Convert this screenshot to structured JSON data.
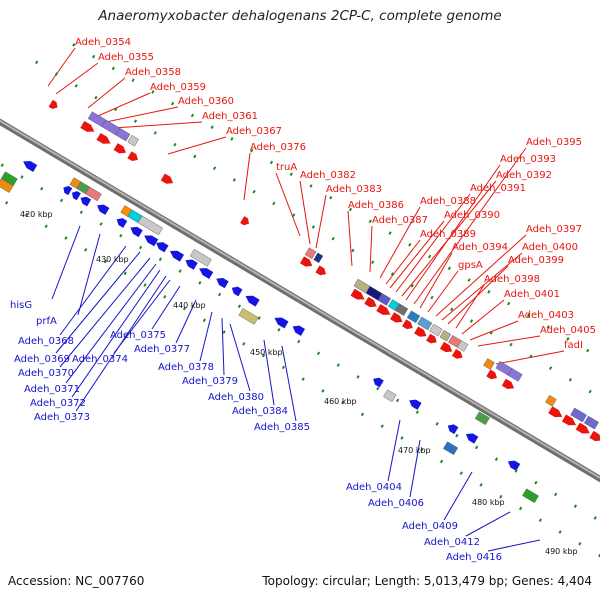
{
  "title": "Anaeromyxobacter dehalogenans 2CP-C, complete genome",
  "footer": {
    "accession": "Accession: NC_007760",
    "summary": "Topology: circular; Length: 5,013,479 bp; Genes: 4,404"
  },
  "colors": {
    "backbone": "#8c8c8c",
    "top_labels": "#e8150e",
    "bottom_labels": "#1515c8",
    "tick": "#1a8a1a",
    "forward_gene": "#e8150e",
    "reverse_gene": "#1515e0"
  },
  "kbp_ticks": [
    "420 kbp",
    "430 kbp",
    "440 kbp",
    "450 kbp",
    "460 kbp",
    "470 kbp",
    "480 kbp",
    "490 kbp"
  ],
  "top_labels": [
    "Adeh_0354",
    "Adeh_0355",
    "Adeh_0358",
    "Adeh_0359",
    "Adeh_0360",
    "Adeh_0361",
    "Adeh_0367",
    "Adeh_0376",
    "truA",
    "Adeh_0382",
    "Adeh_0383",
    "Adeh_0386",
    "Adeh_0387",
    "Adeh_0388",
    "Adeh_0389",
    "Adeh_0390",
    "Adeh_0391",
    "Adeh_0392",
    "Adeh_0393",
    "Adeh_0395",
    "Adeh_0394",
    "gpsA",
    "Adeh_0397",
    "Adeh_0400",
    "Adeh_0399",
    "Adeh_0398",
    "Adeh_0401",
    "Adeh_0403",
    "Adeh_0405",
    "fadI"
  ],
  "bottom_labels": [
    "hisG",
    "prfA",
    "Adeh_0368",
    "Adeh_0369",
    "Adeh_0370",
    "Adeh_0371",
    "Adeh_0372",
    "Adeh_0373",
    "Adeh_0374",
    "Adeh_0375",
    "Adeh_0377",
    "Adeh_0378",
    "Adeh_0379",
    "Adeh_0380",
    "Adeh_0384",
    "Adeh_0385",
    "Adeh_0404",
    "Adeh_0406",
    "Adeh_0409",
    "Adeh_0412",
    "Adeh_0416"
  ]
}
